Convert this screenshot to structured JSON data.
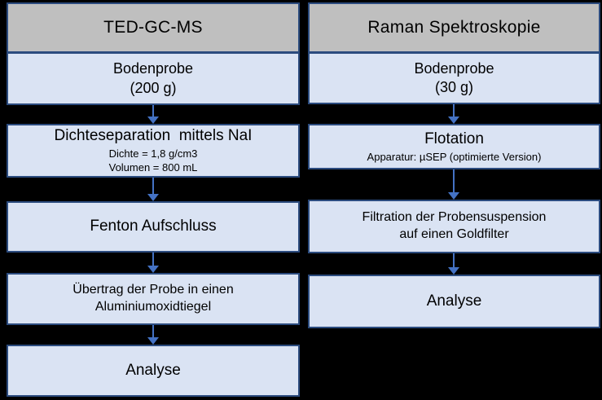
{
  "colors": {
    "bg": "#000000",
    "header_fill": "#BFBFBF",
    "box_fill": "#DAE3F3",
    "border": "#2B4B7E",
    "arrow": "#4472C4",
    "text": "#000000"
  },
  "left": {
    "header": "TED-GC-MS",
    "steps": [
      {
        "line1": "Bodenprobe",
        "line2": "(200 g)"
      },
      {
        "line1": "Dichteseparation  mittels NaI",
        "sub1": "Dichte = 1,8 g/cm3",
        "sub2": "Volumen = 800 mL"
      },
      {
        "line1": "Fenton Aufschluss"
      },
      {
        "line1": "Übertrag der Probe in einen",
        "line2": "Aluminiumoxidtiegel"
      },
      {
        "line1": "Analyse"
      }
    ]
  },
  "right": {
    "header": "Raman Spektroskopie",
    "steps": [
      {
        "line1": "Bodenprobe",
        "line2": "(30 g)"
      },
      {
        "line1": "Flotation",
        "sub1": "Apparatur: µSEP (optimierte Version)"
      },
      {
        "line1": "Filtration der Probensuspension",
        "line2": "auf einen Goldfilter"
      },
      {
        "line1": "Analyse"
      }
    ]
  }
}
